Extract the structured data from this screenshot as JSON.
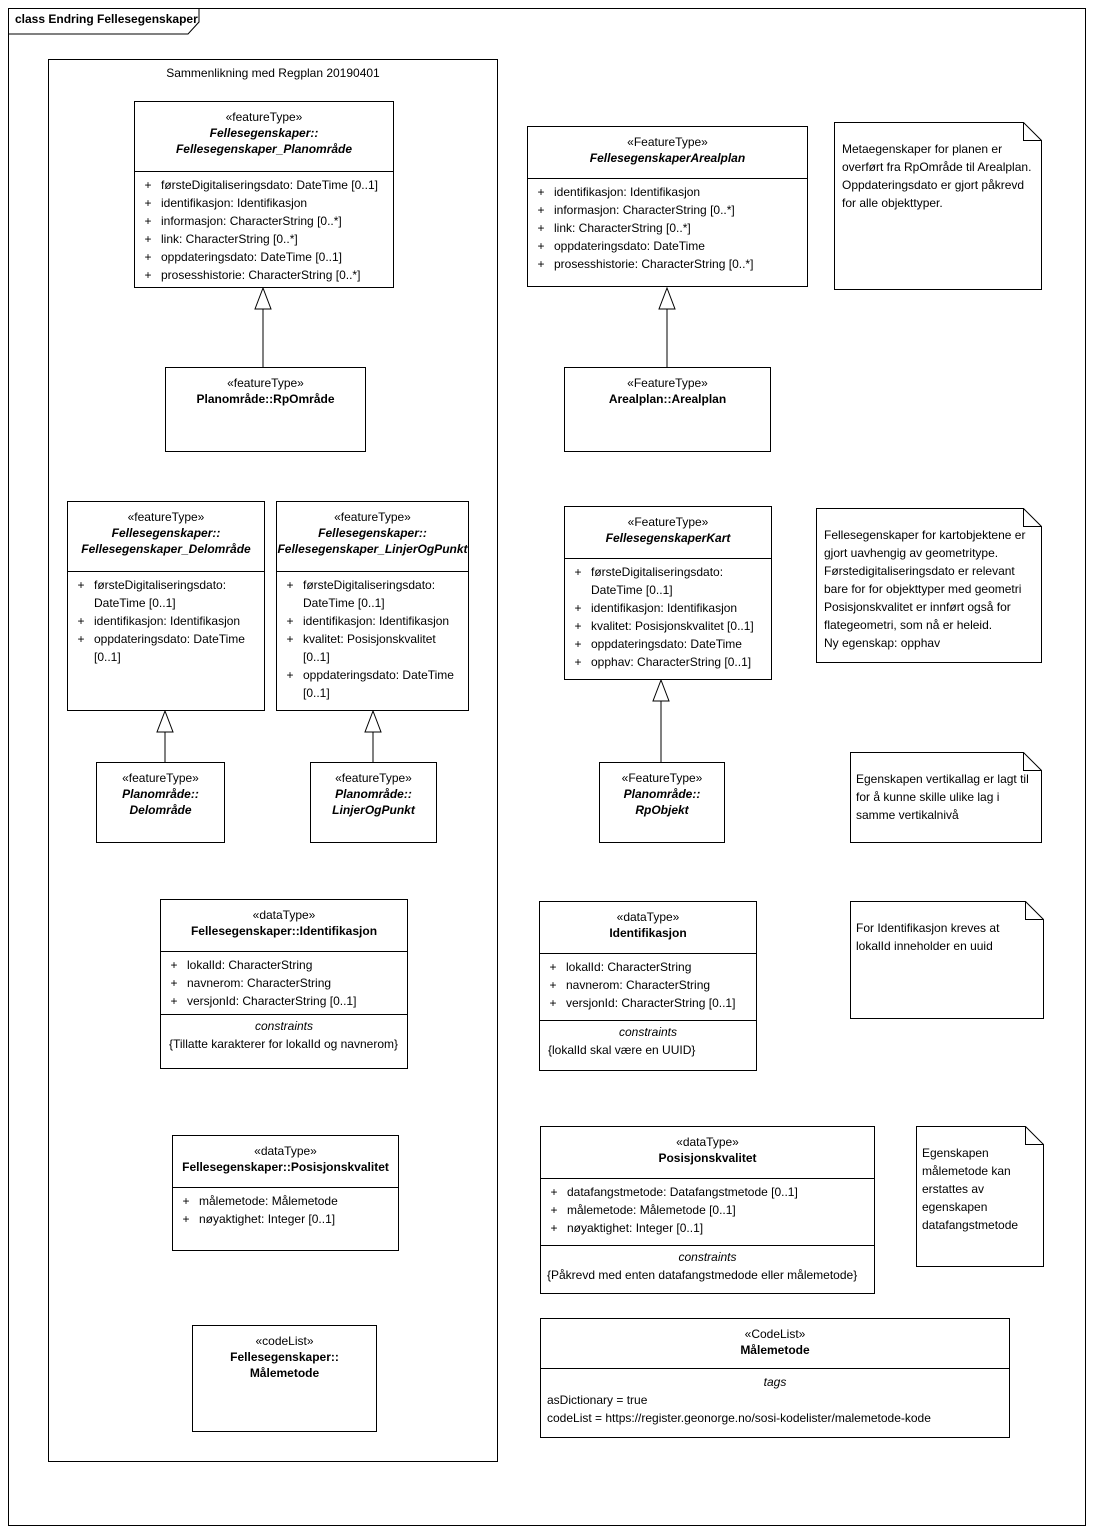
{
  "frame": {
    "title": "class Endring Fellesegenskaper"
  },
  "package": {
    "title": "Sammenlikning med Regplan 20190401"
  },
  "classes": {
    "fe_planomraade": {
      "stereotype": "«featureType»",
      "name1": "Fellesegenskaper::",
      "name2": "Fellesegenskaper_Planområde",
      "attrs": [
        "førsteDigitaliseringsdato: DateTime [0..1]",
        "identifikasjon: Identifikasjon",
        "informasjon: CharacterString [0..*]",
        "link: CharacterString [0..*]",
        "oppdateringsdato: DateTime [0..1]",
        "prosesshistorie: CharacterString [0..*]"
      ]
    },
    "rpomraade": {
      "stereotype": "«featureType»",
      "name": "Planområde::RpOmråde"
    },
    "fe_delomraade": {
      "stereotype": "«featureType»",
      "name1": "Fellesegenskaper::",
      "name2": "Fellesegenskaper_Delområde",
      "attrs": [
        "førsteDigitaliseringsdato:",
        "DateTime [0..1]",
        "identifikasjon: Identifikasjon",
        "oppdateringsdato: DateTime",
        "[0..1]"
      ]
    },
    "fe_linjer": {
      "stereotype": "«featureType»",
      "name1": "Fellesegenskaper::",
      "name2": "Fellesegenskaper_LinjerOgPunkt",
      "attrs": [
        "førsteDigitaliseringsdato:",
        "DateTime [0..1]",
        "identifikasjon: Identifikasjon",
        "kvalitet: Posisjonskvalitet",
        "[0..1]",
        "oppdateringsdato: DateTime",
        "[0..1]"
      ]
    },
    "delomraade": {
      "stereotype": "«featureType»",
      "name1": "Planområde::",
      "name2": "Delområde"
    },
    "linjerogpunkt": {
      "stereotype": "«featureType»",
      "name1": "Planområde::",
      "name2": "LinjerOgPunkt"
    },
    "fe_identifikasjon": {
      "stereotype": "«dataType»",
      "name": "Fellesegenskaper::Identifikasjon",
      "attrs": [
        "lokalId: CharacterString",
        "navnerom: CharacterString",
        "versjonId: CharacterString [0..1]"
      ],
      "sub": "constraints",
      "constraint": "{Tillatte karakterer for lokalId og navnerom}"
    },
    "fe_posisjonskvalitet": {
      "stereotype": "«dataType»",
      "name": "Fellesegenskaper::Posisjonskvalitet",
      "attrs": [
        "målemetode: Målemetode",
        "nøyaktighet: Integer [0..1]"
      ]
    },
    "fe_malemetode": {
      "stereotype": "«codeList»",
      "name1": "Fellesegenskaper::",
      "name2": "Målemetode"
    },
    "fe_arealplan": {
      "stereotype": "«FeatureType»",
      "name": "FellesegenskaperArealplan",
      "attrs": [
        "identifikasjon: Identifikasjon",
        "informasjon: CharacterString [0..*]",
        "link: CharacterString [0..*]",
        "oppdateringsdato: DateTime",
        "prosesshistorie: CharacterString [0..*]"
      ]
    },
    "arealplan": {
      "stereotype": "«FeatureType»",
      "name": "Arealplan::Arealplan"
    },
    "fe_kart": {
      "stereotype": "«FeatureType»",
      "name": "FellesegenskaperKart",
      "attrs": [
        "førsteDigitaliseringsdato:",
        "DateTime [0..1]",
        "identifikasjon: Identifikasjon",
        "kvalitet: Posisjonskvalitet [0..1]",
        "oppdateringsdato: DateTime",
        "opphav: CharacterString [0..1]"
      ]
    },
    "rpobjekt": {
      "stereotype": "«FeatureType»",
      "name1": "Planområde::",
      "name2": "RpObjekt"
    },
    "identifikasjon": {
      "stereotype": "«dataType»",
      "name": "Identifikasjon",
      "attrs": [
        "lokalId: CharacterString",
        "navnerom: CharacterString",
        "versjonId: CharacterString [0..1]"
      ],
      "sub": "constraints",
      "constraint": "{lokalId skal være en UUID}"
    },
    "posisjonskvalitet": {
      "stereotype": "«dataType»",
      "name": "Posisjonskvalitet",
      "attrs": [
        "datafangstmetode: Datafangstmetode [0..1]",
        "målemetode: Målemetode [0..1]",
        "nøyaktighet: Integer [0..1]"
      ],
      "sub": "constraints",
      "constraint": "{Påkrevd med enten datafangstmedode eller målemetode}"
    },
    "malemetode": {
      "stereotype": "«CodeList»",
      "name": "Målemetode",
      "sub": "tags",
      "tags": [
        "asDictionary = true",
        "codeList = https://register.geonorge.no/sosi-kodelister/malemetode-kode"
      ]
    }
  },
  "notes": {
    "n1": [
      "Metaegenskaper for planen er",
      "overført fra RpOmråde til Arealplan.",
      "Oppdateringsdato er gjort påkrevd",
      "for alle objekttyper."
    ],
    "n2": [
      "Fellesegenskaper for kartobjektene er",
      "gjort uavhengig av geometritype.",
      "Førstedigitaliseringsdato er relevant",
      "bare for for objekttyper med geometri",
      "Posisjonskvalitet er innført også for",
      "flategeometri, som nå er heleid.",
      "Ny egenskap: opphav"
    ],
    "n3": [
      "Egenskapen vertikallag er lagt til",
      "for å kunne skille ulike lag i",
      "samme vertikalnivå"
    ],
    "n4": [
      "For Identifikasjon kreves at",
      "lokalId inneholder en uuid"
    ],
    "n5": [
      "Egenskapen",
      "målemetode kan",
      "erstattes av",
      "egenskapen",
      "datafangstmetode"
    ]
  }
}
